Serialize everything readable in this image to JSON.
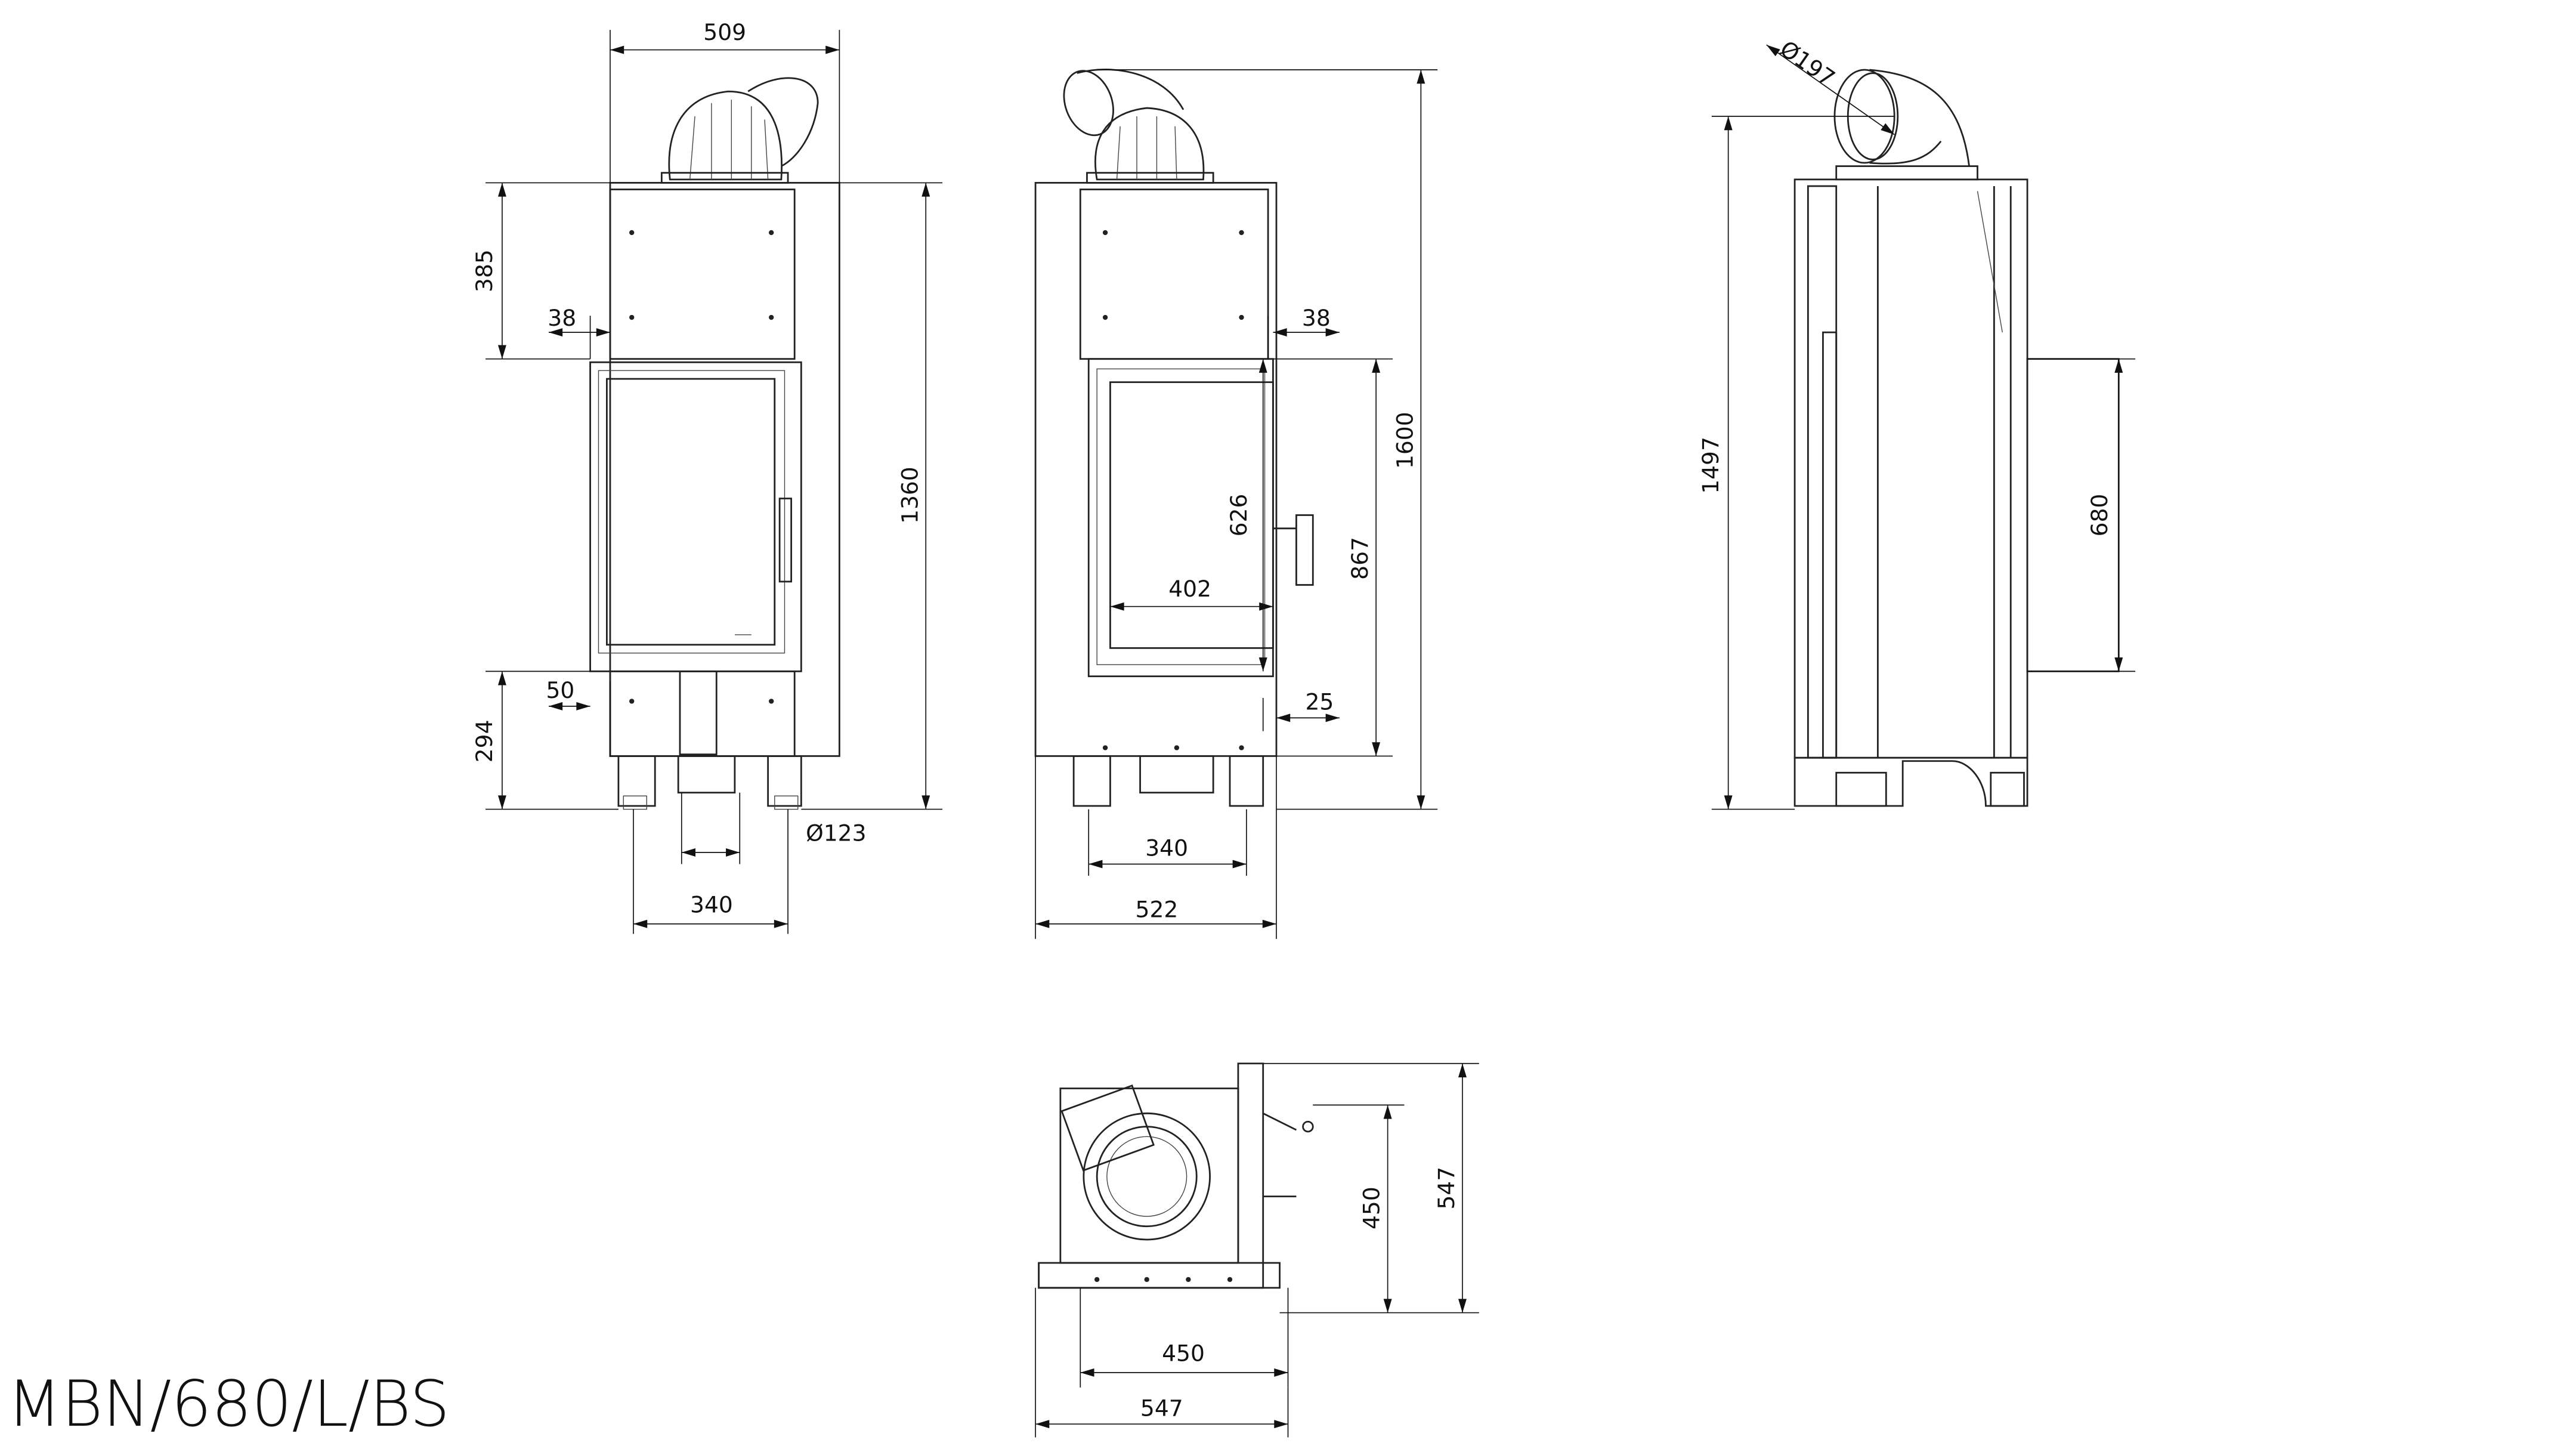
{
  "title": "MBN/680/L/BS",
  "front_view": {
    "width_top": "509",
    "top_height": "385",
    "door_offset_top": "38",
    "total_height": "1360",
    "bottom_height": "294",
    "door_offset_bottom": "50",
    "flue_foot_diameter": "Ø123",
    "feet_spacing": "340"
  },
  "side_view_left": {
    "total_height": "1600",
    "door_offset_top": "38",
    "glass_height": "626",
    "glass_width": "402",
    "door_bottom_height": "867",
    "door_offset_bottom": "25",
    "feet_spacing": "340",
    "body_width": "522"
  },
  "side_view_right": {
    "flue_diameter": "Ø197",
    "flue_axis_height": "1497",
    "door_height": "680"
  },
  "top_view": {
    "inner_depth": "450",
    "outer_depth": "547",
    "inner_width": "450",
    "outer_width": "547"
  }
}
